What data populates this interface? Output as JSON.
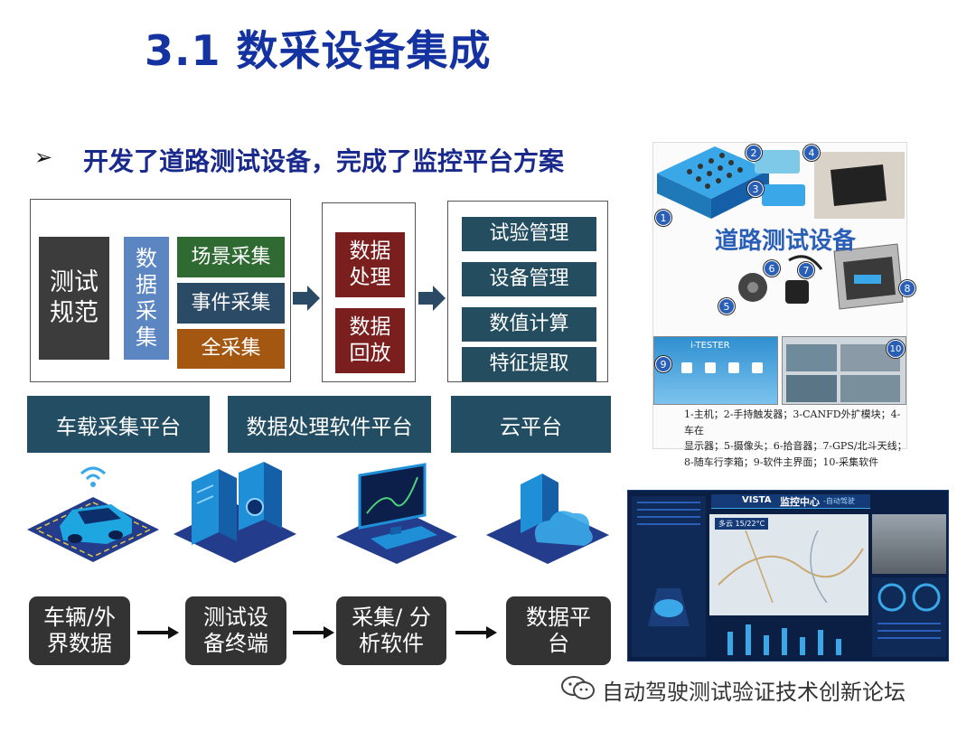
{
  "title": "3.1 数采设备集成",
  "bullet": {
    "mark": "➢",
    "text": "开发了道路测试设备，完成了监控平台方案"
  },
  "group1": {
    "spec": "测试规范",
    "data_collect": "数据采集",
    "items": [
      "场景采集",
      "事件采集",
      "全采集"
    ]
  },
  "group2": {
    "items": [
      "数据处理",
      "数据回放"
    ]
  },
  "group3": {
    "items": [
      "试验管理",
      "设备管理",
      "数值计算",
      "特征提取"
    ]
  },
  "platforms": [
    "车载采集平台",
    "数据处理软件平台",
    "云平台"
  ],
  "flow": [
    "车辆/外界数据",
    "测试设备终端",
    "采集/ 分析软件",
    "数据平台"
  ],
  "photo": {
    "label": "道路测试设备",
    "badges": [
      "1",
      "2",
      "3",
      "4",
      "5",
      "6",
      "7",
      "8",
      "9",
      "10"
    ],
    "software_title": "i-TESTER",
    "caption_lines": [
      "1-主机；2-手持触发器；3-CANFD外扩模块；4-车在",
      "显示器；5-摄像头；6-拾音器；7-GPS/北斗天线；",
      "8-随车行李箱；9-软件主界面；10-采集软件"
    ]
  },
  "monitor": {
    "brand": "VISTA",
    "title": "监控中心",
    "subtitle": "-自动驾驶",
    "weather": "多云 15/22°C"
  },
  "watermark": "自动驾驶测试验证技术创新论坛",
  "colors": {
    "title": "#1432a0",
    "platform": "#234d63",
    "flow": "#333333"
  }
}
